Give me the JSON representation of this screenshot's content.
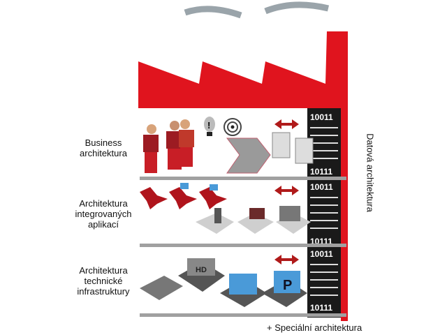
{
  "layers": [
    {
      "label_lines": [
        "Business",
        "architektura"
      ],
      "binary_top": "10011",
      "binary_bottom": "10111"
    },
    {
      "label_lines": [
        "Architektura",
        "integrovaných",
        "aplikací"
      ],
      "binary_top": "10011",
      "binary_bottom": "10111"
    },
    {
      "label_lines": [
        "Architektura",
        "technické",
        "infrastruktury"
      ],
      "binary_top": "10011",
      "binary_bottom": "10111"
    }
  ],
  "side_label": "Datová architektura",
  "footer": "+ Speciální architektura",
  "colors": {
    "factory_red": "#e0141e",
    "data_column": "#1a1a1a",
    "shelf": "#a0a0a0",
    "smoke": "#9aa4aa",
    "arrow": "#b01a1a",
    "server_blue": "#4a9ad8"
  }
}
